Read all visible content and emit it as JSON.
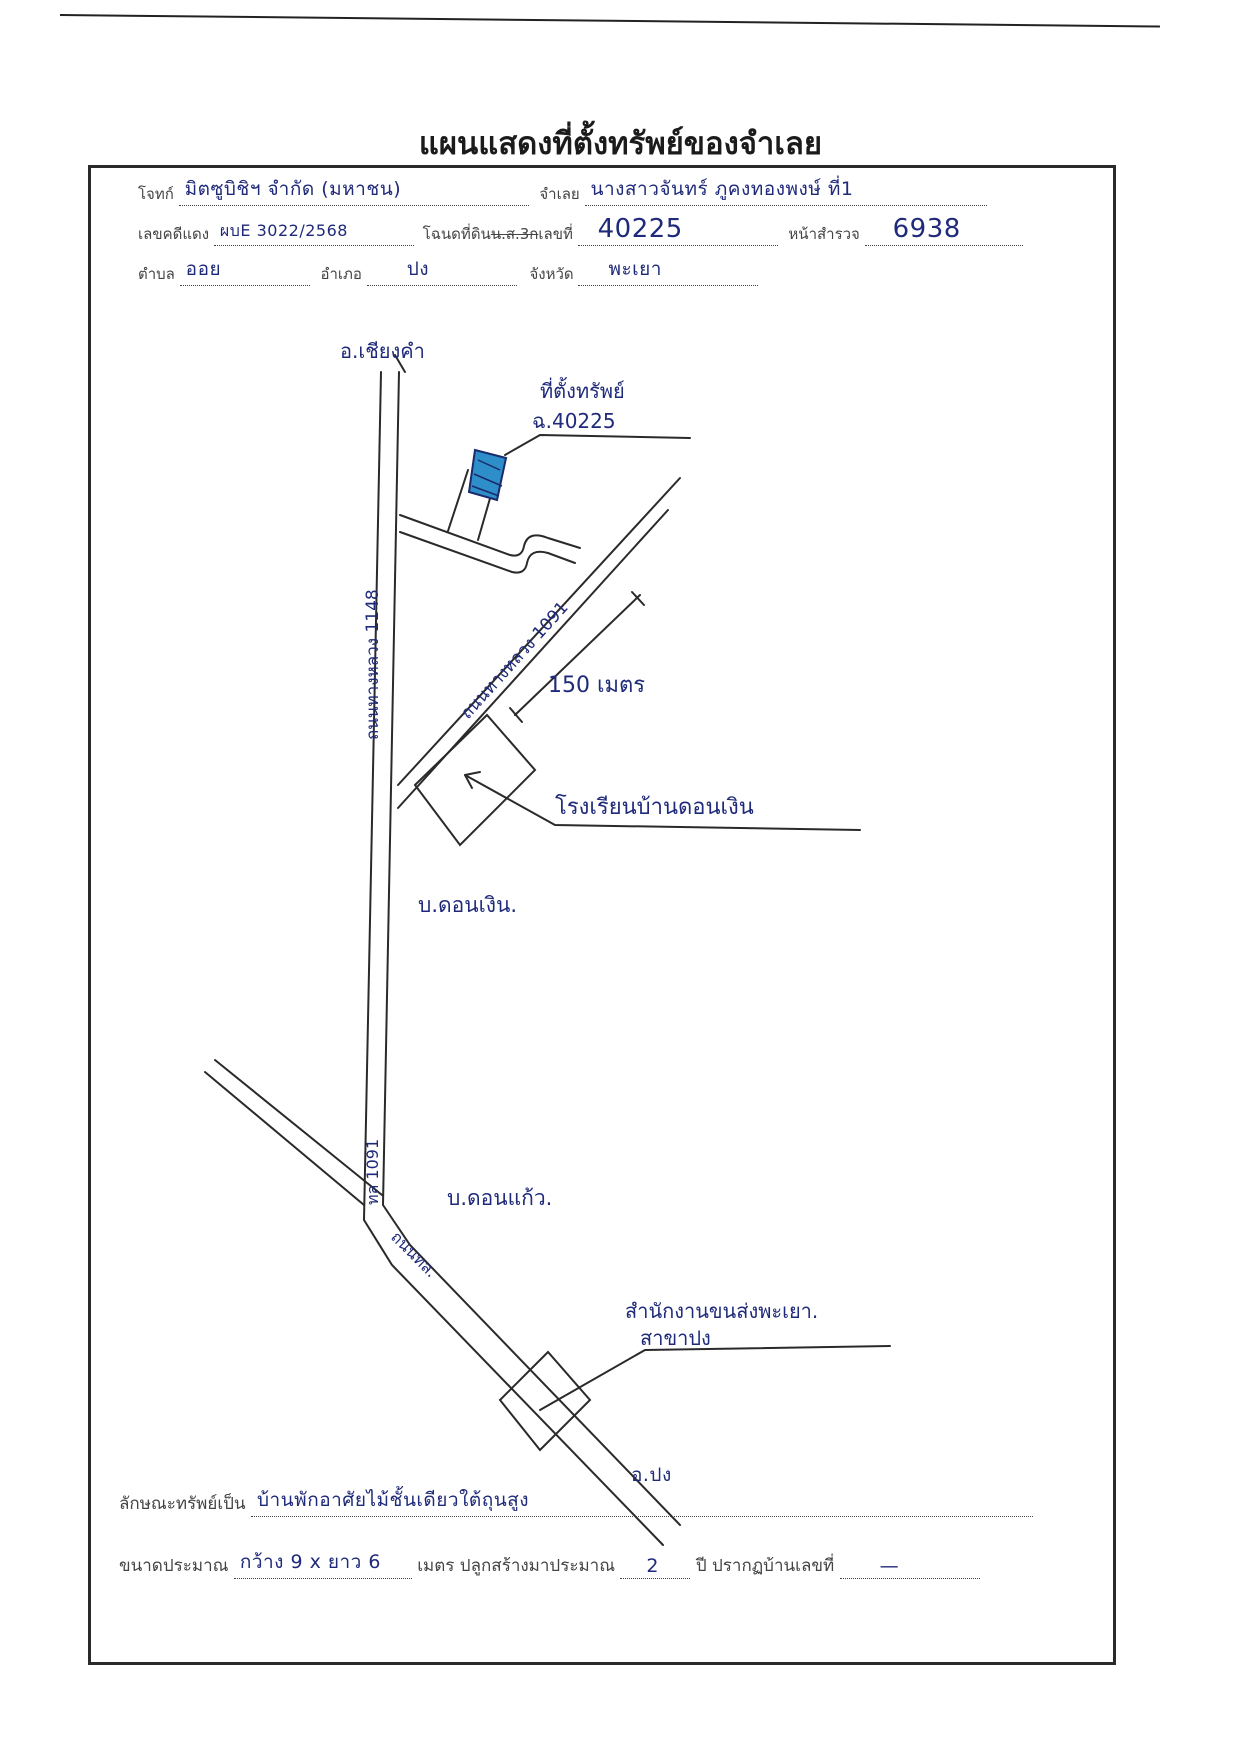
{
  "title": "แผนแสดงที่ตั้งทรัพย์ของจำเลย",
  "header": {
    "plaintiff_label": "โจทก์",
    "plaintiff_value": "มิตซูบิชิฯ จำกัด (มหาชน)",
    "defendant_label": "จำเลย",
    "defendant_value": "นางสาวจันทร์ ภูคงทองพงษ์ ที่1",
    "case_label": "เลขคดีแดง",
    "case_value": "ผบE 3022/2568",
    "deed_label_prefix": "โฉนดที่ดิน",
    "deed_label_struck": "น.ส.3ก",
    "deed_label_suffix": "เลขที่",
    "deed_value": "40225",
    "survey_label": "หน้าสำรวจ",
    "survey_value": "6938",
    "subdistrict_label": "ตำบล",
    "subdistrict_value": "ออย",
    "district_label": "อำเภอ",
    "district_value": "ปง",
    "province_label": "จังหวัด",
    "province_value": "พะเยา"
  },
  "map": {
    "north_label": "อ.เชียงคำ",
    "property_label_1": "ที่ตั้งทรัพย์",
    "property_label_2": "ฉ.40225",
    "highway_north": "ถนนทางหลวง 1148",
    "road_side": "ถนนทางหลวง 1091",
    "distance_label": "150 เมตร",
    "school_label": "โรงเรียนบ้านดอนเงิน",
    "village_1": "บ.ดอนเงิน.",
    "village_2": "บ.ดอนแก้ว.",
    "highway_south_1": "ทล 1091",
    "highway_south_2": "ถนนทล.",
    "office_label_1": "สำนักงานขนส่งพะเยา.",
    "office_label_2": "สาขาปง"
  },
  "footer": {
    "nature_label": "ลักษณะทรัพย์เป็น",
    "nature_value": "บ้านพักอาศัยไม้ชั้นเดียวใต้ถุนสูง",
    "nature_note": "อ.ปง",
    "size_label": "ขนาดประมาณ",
    "size_value": "กว้าง 9 x ยาว 6",
    "meter_label": "เมตร ปลูกสร้างมาประมาณ",
    "years_value": "2",
    "house_label": "ปี ปรากฏบ้านเลขที่",
    "house_value": "—"
  }
}
